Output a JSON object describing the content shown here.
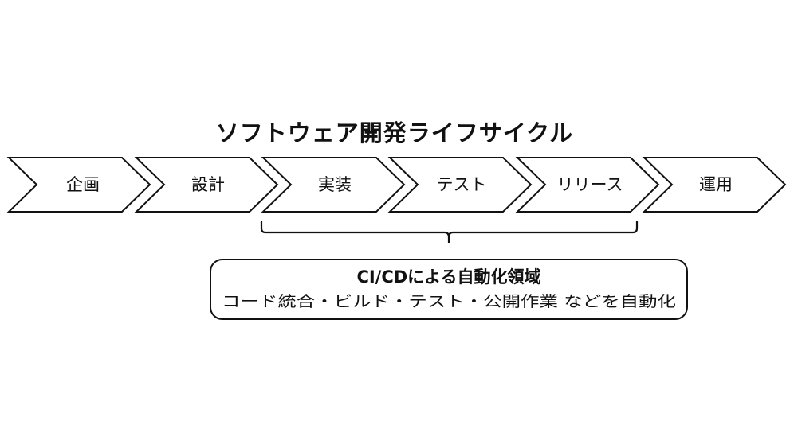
{
  "title": "ソフトウェア開発ライフサイクル",
  "steps": [
    {
      "label": "企画"
    },
    {
      "label": "設計"
    },
    {
      "label": "実装"
    },
    {
      "label": "テスト"
    },
    {
      "label": "リリース"
    },
    {
      "label": "運用"
    }
  ],
  "cicd_box": {
    "heading": "CI/CDによる自動化領域",
    "description": "コード統合・ビルド・テスト・公開作業 などを自動化"
  }
}
